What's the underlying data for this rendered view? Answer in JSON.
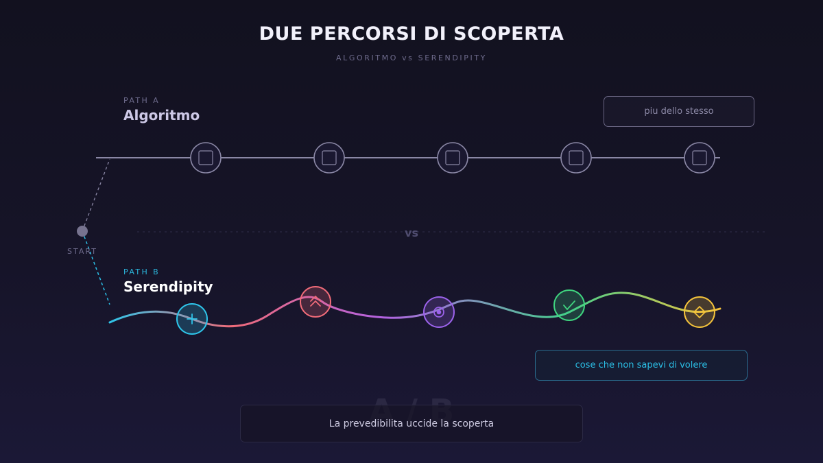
{
  "title": "DUE PERCORSI DI SCOPERTA",
  "subtitle": "ALGORITMO vs SERENDIPITY",
  "path_a": {
    "kicker": "PATH A",
    "name": "Algoritmo",
    "callout": "piu dello stesso",
    "node_count": 5,
    "node_icon": "square-icon",
    "line_color": "#8a87a5"
  },
  "path_b": {
    "kicker": "PATH B",
    "name": "Serendipity",
    "callout": "cose che non sapevi di volere",
    "nodes": [
      {
        "icon": "plus-icon",
        "color": "#2ec5ea"
      },
      {
        "icon": "chevrons-up-icon",
        "color": "#f06b79"
      },
      {
        "icon": "target-icon",
        "color": "#9b62ea"
      },
      {
        "icon": "check-icon",
        "color": "#3fd47f"
      },
      {
        "icon": "diamond-icon",
        "color": "#f4c33b"
      }
    ]
  },
  "start_label": "START",
  "vs_label": "vs",
  "watermark": "A / B",
  "footer": "La prevedibilita uccide la scoperta"
}
